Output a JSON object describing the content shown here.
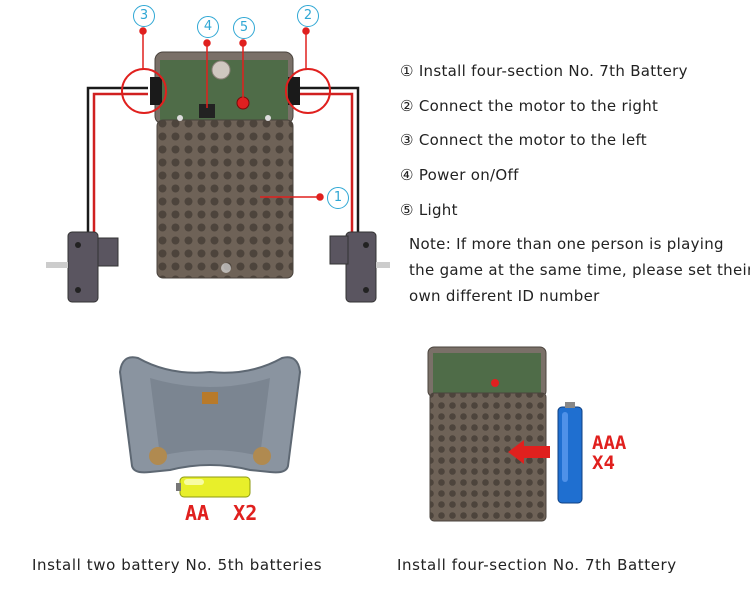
{
  "legend": [
    {
      "marker": "①",
      "text": "Install four-section No. 7th Battery"
    },
    {
      "marker": "②",
      "text": "Connect the motor to the right"
    },
    {
      "marker": "③",
      "text": "Connect the motor to the left"
    },
    {
      "marker": "④",
      "text": "Power on/Off"
    },
    {
      "marker": "⑤",
      "text": "Light"
    }
  ],
  "note": "Note: If more than one person is playing the game at the same time, please set their own different ID number",
  "callouts": {
    "c1": "1",
    "c2": "2",
    "c3": "3",
    "c4": "4",
    "c5": "5"
  },
  "labels": {
    "aa": "AA  X2",
    "aaa_line1": "AAA",
    "aaa_line2": "X4"
  },
  "captions": {
    "left": "Install two battery No. 5th batteries",
    "right": "Install four-section No. 7th Battery"
  },
  "colors": {
    "callout": "#2fa7d4",
    "pointer": "#e0201e",
    "battery_blue": "#1f6fd0",
    "battery_yellow": "#e8ef2a"
  }
}
